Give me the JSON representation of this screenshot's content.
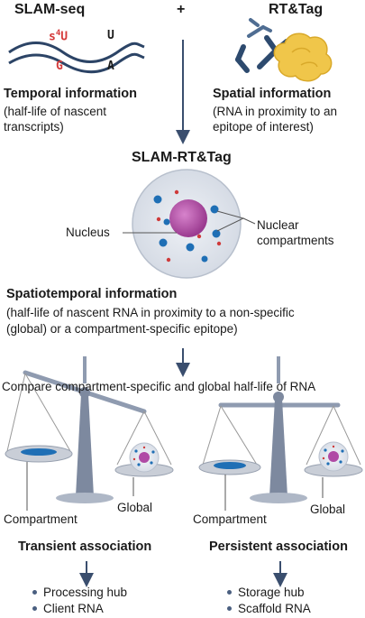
{
  "top": {
    "left_title": "SLAM-seq",
    "plus": "+",
    "right_title": "RT&Tag",
    "seq_top_1": "s",
    "seq_top_1_sup": "4",
    "seq_top_1_base": "U",
    "seq_top_2": "U",
    "seq_bottom_1": "G",
    "seq_bottom_2": "A"
  },
  "temporal": {
    "title": "Temporal information",
    "line1": "(half-life of nascent",
    "line2": "transcripts)"
  },
  "spatial": {
    "title": "Spatial information",
    "line1": "(RNA in proximity to an",
    "line2": "epitope of interest)"
  },
  "middle": {
    "title": "SLAM-RT&Tag",
    "nucleus_label": "Nucleus",
    "compartments_label_1": "Nuclear",
    "compartments_label_2": "compartments"
  },
  "spatiotemporal": {
    "title": "Spatiotemporal information",
    "line1": "(half-life of nascent RNA in proximity to a non-specific",
    "line2": "(global) or a compartment-specific epitope)"
  },
  "compare": {
    "text": "Compare compartment-specific and global half-life of RNA"
  },
  "left_scale": {
    "compartment_label": "Compartment",
    "global_label": "Global",
    "result_title": "Transient association",
    "bullets": [
      "Processing hub",
      "Client RNA"
    ]
  },
  "right_scale": {
    "compartment_label": "Compartment",
    "global_label": "Global",
    "result_title": "Persistent association",
    "bullets": [
      "Storage hub",
      "Scaffold RNA"
    ]
  },
  "colors": {
    "arrow": "#3a4e6e",
    "rna_strand": "#2c4466",
    "cell_fill": "#dfe3ea",
    "nucleus": "#a8409c",
    "blue_dot": "#1f6fb5",
    "red_dot": "#cf3a3a",
    "antibody": "#2d4a6e",
    "protein": "#f0c64a",
    "scale": "#8f9bb0"
  },
  "icons": [
    "rna-strand-icon",
    "antibody-icon",
    "protein-icon",
    "cell-icon",
    "balance-scale-icon",
    "down-arrow-icon"
  ]
}
